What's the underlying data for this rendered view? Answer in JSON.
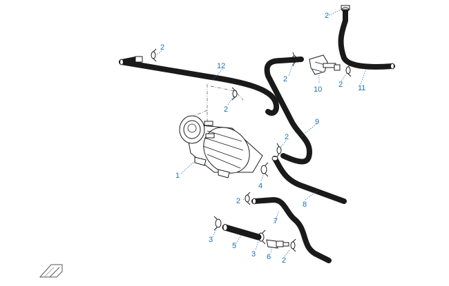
{
  "callouts": [
    {
      "key": "c1",
      "text": "1"
    },
    {
      "key": "c2a",
      "text": "2"
    },
    {
      "key": "c2b",
      "text": "2"
    },
    {
      "key": "c2c",
      "text": "2"
    },
    {
      "key": "c2d",
      "text": "2"
    },
    {
      "key": "c2e",
      "text": "2"
    },
    {
      "key": "c2f",
      "text": "2"
    },
    {
      "key": "c2g",
      "text": "2"
    },
    {
      "key": "c2h",
      "text": "2"
    },
    {
      "key": "c3a",
      "text": "3"
    },
    {
      "key": "c3b",
      "text": "3"
    },
    {
      "key": "c4",
      "text": "4"
    },
    {
      "key": "c5",
      "text": "5"
    },
    {
      "key": "c6",
      "text": "6"
    },
    {
      "key": "c7",
      "text": "7"
    },
    {
      "key": "c8",
      "text": "8"
    },
    {
      "key": "c9",
      "text": "9"
    },
    {
      "key": "c10",
      "text": "10"
    },
    {
      "key": "c11",
      "text": "11"
    },
    {
      "key": "c12",
      "text": "12"
    }
  ],
  "colors": {
    "callout": "#1a6fb0",
    "line": "#1a1a1a"
  },
  "icons": {
    "direction_arrow": "direction-arrow-icon"
  }
}
